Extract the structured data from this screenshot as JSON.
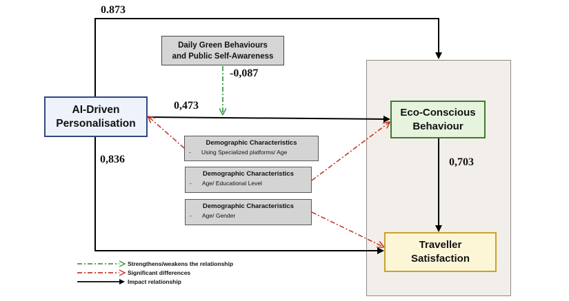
{
  "nodes": {
    "ai_line1": "AI-Driven",
    "ai_line2": "Personalisation",
    "daily_line1": "Daily Green Behaviours",
    "daily_line2": "and Public Self-Awareness",
    "eco_line1": "Eco-Conscious",
    "eco_line2": "Behaviour",
    "traveller_line1": "Traveller",
    "traveller_line2": "Satisfaction"
  },
  "demographics": [
    {
      "title": "Demographic Characteristics",
      "dash": "-",
      "detail": "Using Specialized platforms/ Age"
    },
    {
      "title": "Demographic Characteristics",
      "dash": "-",
      "detail": "Age/ Educational Level"
    },
    {
      "title": "Demographic Characteristics",
      "dash": "-",
      "detail": "Age/ Gender"
    }
  ],
  "coefficients": {
    "ai_to_eco_top": "0.873",
    "daily_moderation": "-0,087",
    "ai_to_eco_direct": "0,473",
    "ai_to_traveller": "0,836",
    "eco_to_traveller": "0,703"
  },
  "legend": [
    {
      "label": "Strengthens/weakens the relationship",
      "style": "green-dash-dot",
      "color": "#3c9a46"
    },
    {
      "label": "Significant  differences",
      "style": "red-dash-dot",
      "color": "#c0392b"
    },
    {
      "label": "Impact relationship",
      "style": "solid-black",
      "color": "#000000"
    }
  ],
  "colors": {
    "moderation": "#3c9a46",
    "difference": "#c0392b",
    "impact": "#000000"
  }
}
